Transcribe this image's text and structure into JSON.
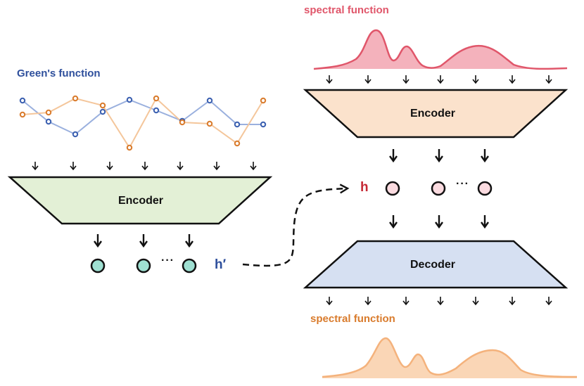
{
  "colors": {
    "green_title": "#2e4f9c",
    "spectral_top_title": "#e0566a",
    "spectral_bottom_title": "#d97b2c",
    "h_color": "#c62a36",
    "hprime_color": "#2e4f9c",
    "series_blue": "#9ab0de",
    "series_orange": "#f4c69b",
    "encoder_left_fill": "#e3f0d6",
    "encoder_right_fill": "#fbe2cc",
    "decoder_fill": "#d6e0f2",
    "latent_left_fill": "#9fe0d2",
    "latent_right_fill": "#fbdbe0"
  },
  "labels": {
    "greens_function": "Green's function",
    "spectral_function_top": "spectral function",
    "spectral_function_bottom": "spectral function",
    "encoder_left": "Encoder",
    "encoder_right": "Encoder",
    "decoder": "Decoder",
    "h": "h",
    "h_prime": "h′",
    "ellipsis_left": "···",
    "ellipsis_right": "···"
  },
  "icons": {
    "arrow": "down-arrow-icon",
    "latent_node": "circle-node-icon",
    "connector": "dashed-arrow-icon"
  }
}
